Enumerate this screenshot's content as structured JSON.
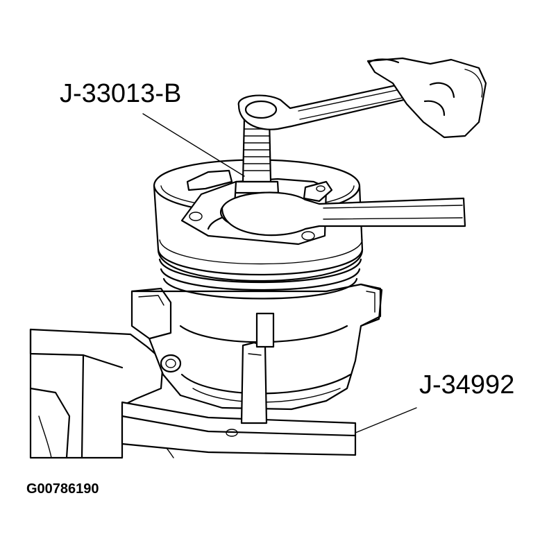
{
  "labels": {
    "tool_a": "J-33013-B",
    "tool_b": "J-34992",
    "figure_id": "G00786190"
  },
  "colors": {
    "line": "#000000",
    "background": "#ffffff"
  }
}
